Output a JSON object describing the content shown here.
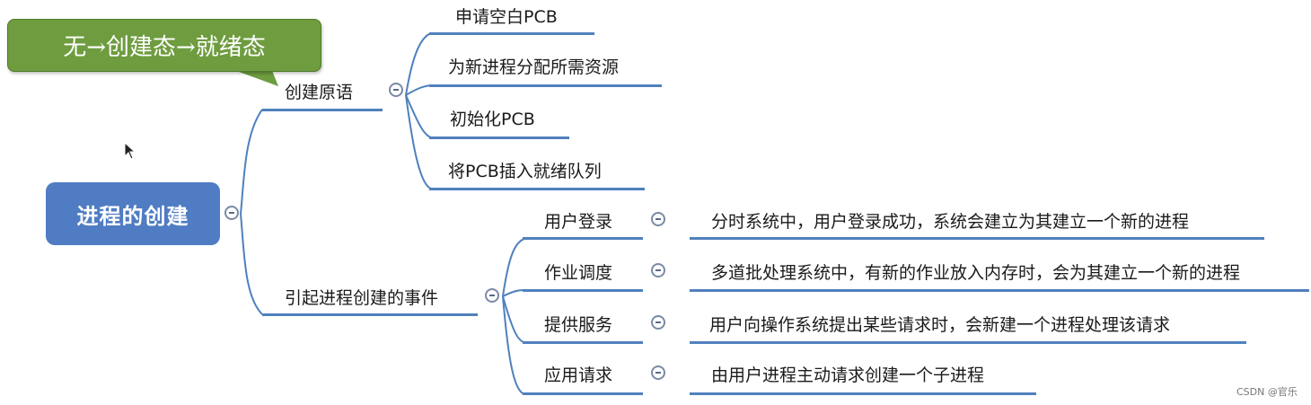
{
  "callout": {
    "text": "无→创建态→就绪态"
  },
  "root": {
    "label": "进程的创建"
  },
  "primitives": {
    "label": "创建原语",
    "items": [
      "申请空白PCB",
      "为新进程分配所需资源",
      "初始化PCB",
      "将PCB插入就绪队列"
    ]
  },
  "events": {
    "label": "引起进程创建的事件",
    "items": [
      {
        "label": "用户登录",
        "detail": "分时系统中，用户登录成功，系统会建立为其建立一个新的进程"
      },
      {
        "label": "作业调度",
        "detail": "多道批处理系统中，有新的作业放入内存时，会为其建立一个新的进程"
      },
      {
        "label": "提供服务",
        "detail": "用户向操作系统提出某些请求时，会新建一个进程处理该请求"
      },
      {
        "label": "应用请求",
        "detail": "由用户进程主动请求创建一个子进程"
      }
    ]
  },
  "watermark": "CSDN @官乐",
  "colors": {
    "branch": "#4f81bd",
    "root_fill": "#4f7cc3",
    "callout_fill": "#6e9c3f"
  }
}
